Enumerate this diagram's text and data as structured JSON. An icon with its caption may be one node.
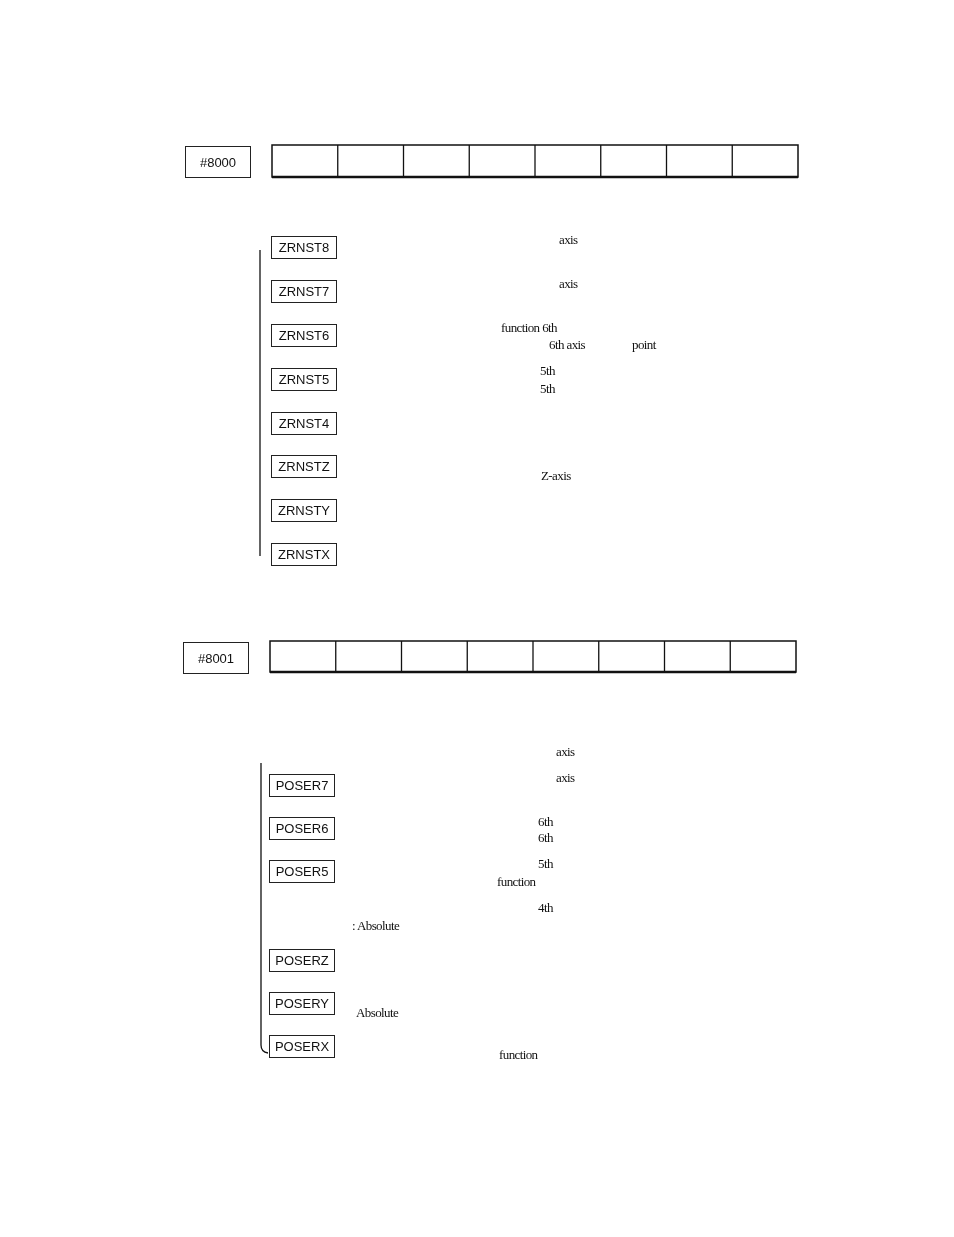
{
  "diagram": {
    "nodes": [
      {
        "text": [
          "#8000"
        ]
      },
      {
        "text": [
          "ZRNST8"
        ]
      },
      {
        "text": [
          "ZRNST7"
        ]
      },
      {
        "text": [
          "ZRNST6"
        ]
      },
      {
        "text": [
          "ZRNST5"
        ]
      },
      {
        "text": [
          "ZRNST4"
        ]
      },
      {
        "text": [
          "ZRNSTZ"
        ]
      },
      {
        "text": [
          "ZRNSTY"
        ]
      },
      {
        "text": [
          "ZRNSTX"
        ]
      },
      {
        "text": [
          "#8001"
        ]
      },
      {
        "text": [
          "POSER7"
        ]
      },
      {
        "text": [
          "POSER6"
        ]
      },
      {
        "text": [
          "POSER5"
        ]
      },
      {
        "text": [
          "POSERZ"
        ]
      },
      {
        "text": [
          "POSERY"
        ]
      },
      {
        "text": [
          "POSERX"
        ]
      }
    ],
    "edges": [],
    "labels": [
      "axis",
      "axis",
      "function 6th",
      "6th axis",
      "point",
      "5th",
      "5th",
      "Z-axis",
      "axis",
      "axis",
      "6th",
      "6th",
      "5th",
      "function",
      "4th",
      ": Absolute",
      "Absolute",
      "function"
    ]
  }
}
